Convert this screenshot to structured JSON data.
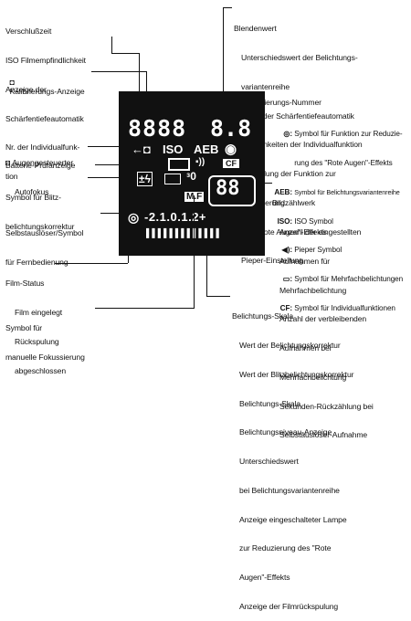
{
  "left": {
    "top_items": [
      "Verschlußzeit",
      "ISO Filmempfindlichkeit",
      "Anzeige der",
      "Schärfentiefeautomatik",
      "Nr. der Individualfunk-",
      "tion"
    ],
    "calibration": "Kalibrierungs-Anzeige",
    "eye_af": [
      "Augengesteuerter",
      "Autofokus"
    ],
    "battery": "Batterie-Prüfanzeige",
    "flash_comp": [
      "Symbol für Blitz-",
      "belichtungskorrektur"
    ],
    "selftimer": [
      "Selbstauslöser/Symbol",
      "für Fernbedienung"
    ],
    "film_status": [
      "Film-Status",
      "Film eingelegt",
      "Rückspulung",
      "abgeschlossen"
    ],
    "manual_focus": [
      "Symbol für",
      "manuelle Fokussierung"
    ]
  },
  "right": {
    "aperture_title": "Blendenwert",
    "aperture_lines": [
      "Unterschiedswert der Belichtungs-",
      "variantenreihe",
      "Punkt der Schärfentiefeautomatik",
      "Möglichkeiten der Individualfunktion",
      "Einstellung der Funktion zur",
      "Reduzierung",
      "des \"Rote Augen\"-Effekts",
      "Pieper-Einstellung"
    ],
    "calib_nr": "Kalibrierungs-Nummer",
    "legend": [
      {
        "key": "◎:",
        "text": "Symbol für Funktion zur Reduzie-"
      },
      {
        "key": "",
        "text": "rung des \"Rote Augen\"-Effekts"
      },
      {
        "key": "AEB:",
        "text": "Symbol für Belichtungsvariantenreihe"
      },
      {
        "key": "ISO:",
        "text": "ISO Symbol"
      },
      {
        "key": "◀):",
        "text": "Pieper Symbol"
      },
      {
        "key": "▭:",
        "text": "Symbol für Mehrfachbelichtungen"
      },
      {
        "key": "CF:",
        "text": "Symbol für Individualfunktionen"
      }
    ],
    "frame_counter_title": "Bildzählwerk",
    "frame_counter_lines": [
      "Anzahl der eingestellten",
      "Aufnahmen für",
      "Mehrfachbelichtung",
      "Anzahl der verbleibenden",
      "Aufnahmen bei",
      "Mehrfachbelichtung",
      "Sekunden-Rückzählung bei",
      "Selbstauslöser-Aufnahme"
    ],
    "scale_title": "Belichtungs-Skala",
    "scale_lines": [
      "Wert der Belichtungskorrektur",
      "Wert der Blitzbelichtungskorrektur",
      "Belichtungs-Skala",
      "Belichtungsniveau-Anzeige",
      "Unterschiedswert",
      "bei Belichtungsvariantenreihe",
      "Anzeige eingeschalteter Lampe",
      "zur Reduzierung des \"Rote",
      "Augen\"-Effekts",
      "Anzeige der Filmrückspulung"
    ]
  },
  "lcd": {
    "shutter_digits": "8888",
    "aperture_digits": "8.8",
    "iso": "ISO",
    "aeb": "AEB",
    "cf": "CF",
    "counter": "88",
    "mf": "M.F",
    "scale": "-2.1.0.1.2+"
  }
}
